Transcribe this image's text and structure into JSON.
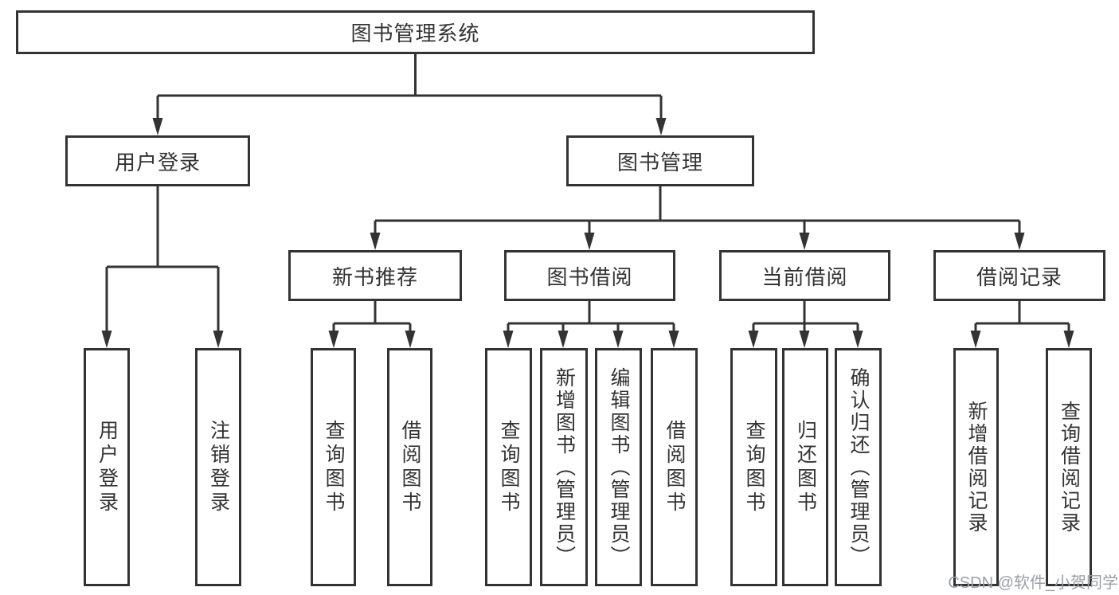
{
  "diagram": {
    "root": {
      "label": "图书管理系统"
    },
    "level2": [
      {
        "label": "用户登录"
      },
      {
        "label": "图书管理"
      }
    ],
    "level3": [
      {
        "label": "新书推荐"
      },
      {
        "label": "图书借阅"
      },
      {
        "label": "当前借阅"
      },
      {
        "label": "借阅记录"
      }
    ],
    "leaves": [
      {
        "label": "用户登录"
      },
      {
        "label": "注销登录"
      },
      {
        "label": "查询图书"
      },
      {
        "label": "借阅图书"
      },
      {
        "label": "查询图书"
      },
      {
        "label": "新增图书（管理员）"
      },
      {
        "label": "编辑图书（管理员）"
      },
      {
        "label": "借阅图书"
      },
      {
        "label": "查询图书"
      },
      {
        "label": "归还图书"
      },
      {
        "label": "确认归还（管理员）"
      },
      {
        "label": "新增借阅记录"
      },
      {
        "label": "查询借阅记录"
      }
    ]
  },
  "colors": {
    "line": "#333333",
    "box_background": "#ffffff",
    "text": "#333333",
    "watermark": "#9aa0a6"
  },
  "watermark": {
    "text": "CSDN @软件_小贺同学"
  }
}
